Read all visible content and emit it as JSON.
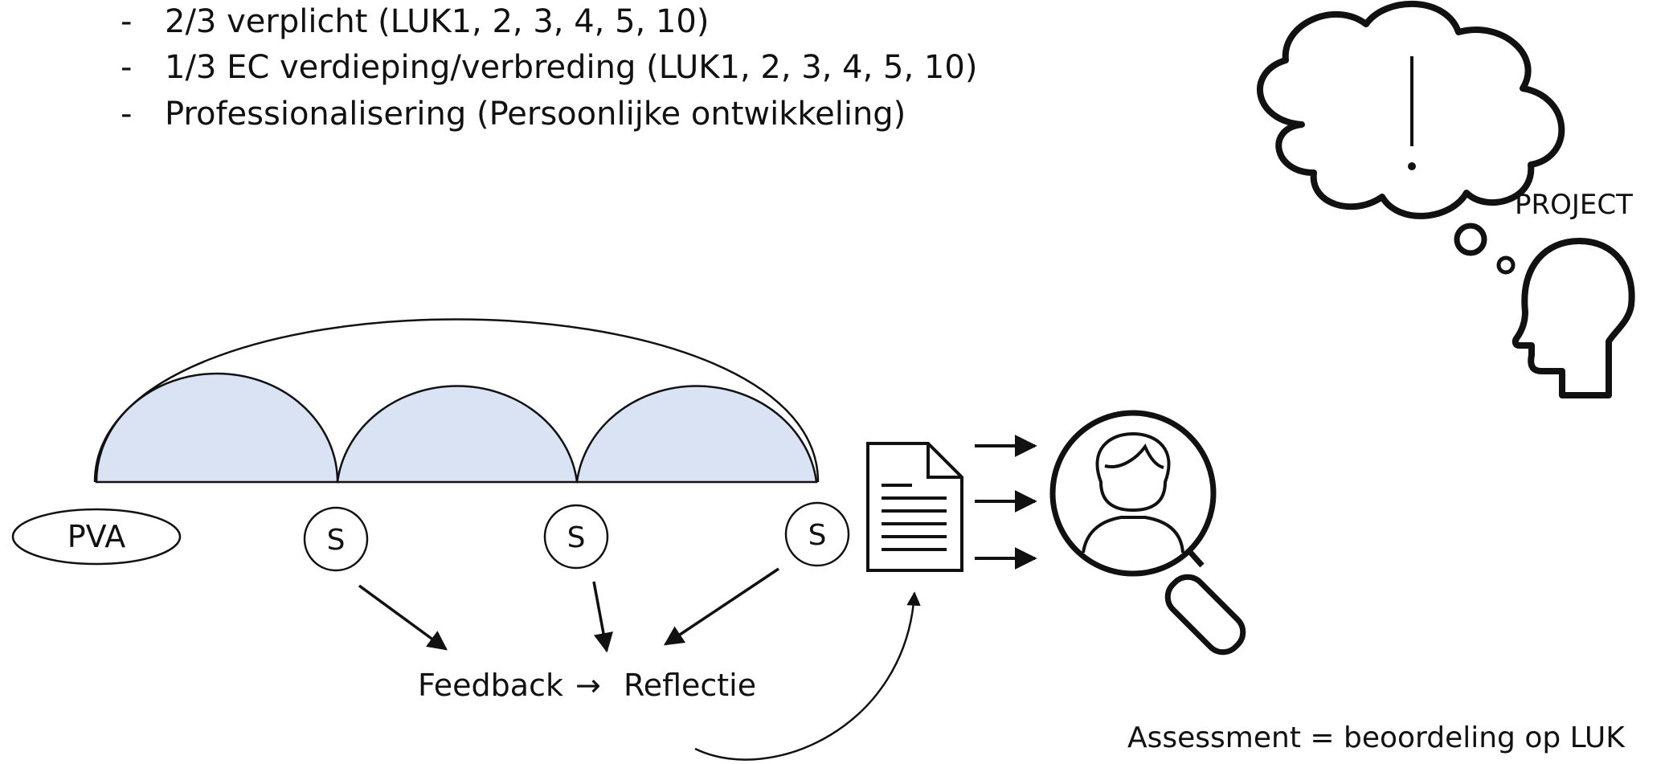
{
  "bullets": [
    {
      "dash": "-",
      "text": "2/3 verplicht (LUK1, 2, 3, 4, 5, 10)"
    },
    {
      "dash": "-",
      "text": "1/3 EC verdieping/verbreding (LUK1, 2, 3, 4, 5, 10)"
    },
    {
      "dash": "-",
      "text": "Professionalisering (Persoonlijke ontwikkeling)"
    }
  ],
  "diagram": {
    "start_node": "PVA",
    "session_nodes": [
      "S",
      "S",
      "S"
    ],
    "feedback_label": "Feedback",
    "arrow_symbol": "→",
    "reflection_label": "Reflectie",
    "thought_label": "PROJECT",
    "assessment_label": "Assessment = beoordeling op LUK"
  },
  "icons": {
    "document": "document-icon",
    "assessor": "magnifier-person-icon",
    "thinking": "thinking-head-icon"
  },
  "colors": {
    "arc_fill": "#dae3f3",
    "stroke": "#111111"
  }
}
